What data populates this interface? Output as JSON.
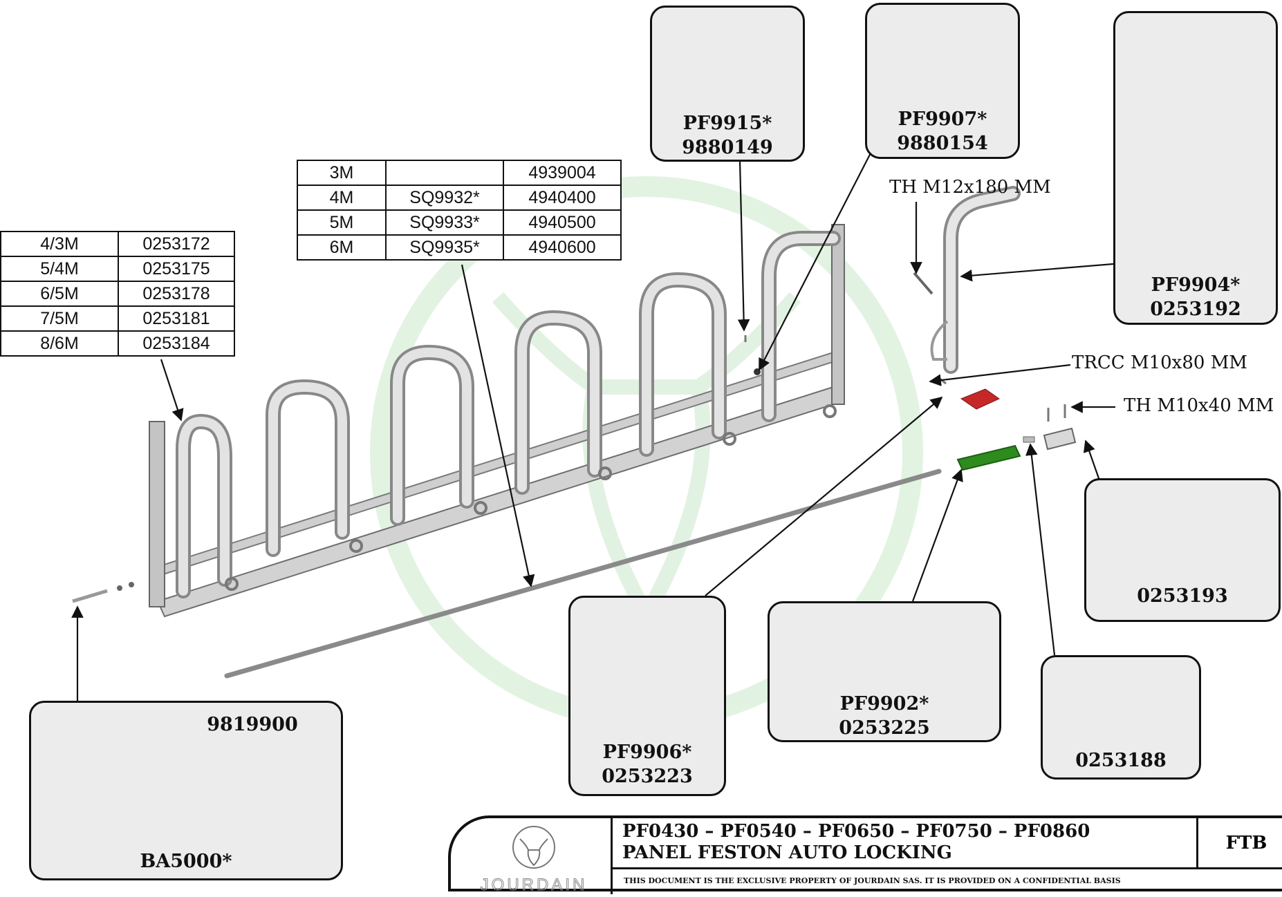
{
  "tables": {
    "left": [
      [
        "4/3M",
        "0253172"
      ],
      [
        "5/4M",
        "0253175"
      ],
      [
        "6/5M",
        "0253178"
      ],
      [
        "7/5M",
        "0253181"
      ],
      [
        "8/6M",
        "0253184"
      ]
    ],
    "middle": [
      [
        "3M",
        "",
        "4939004"
      ],
      [
        "4M",
        "SQ9932*",
        "4940400"
      ],
      [
        "5M",
        "SQ9933*",
        "4940500"
      ],
      [
        "6M",
        "SQ9935*",
        "4940600"
      ]
    ]
  },
  "parts": {
    "pf9915": {
      "line1": "PF9915*",
      "line2": "9880149"
    },
    "pf9907": {
      "line1": "PF9907*",
      "line2": "9880154"
    },
    "pf9904": {
      "line1": "PF9904*",
      "line2": "0253192"
    },
    "c0253193": {
      "line1": "0253193"
    },
    "c0253188": {
      "line1": "0253188"
    },
    "pf9902": {
      "line1": "PF9902*",
      "line2": "0253225"
    },
    "pf9906": {
      "line1": "PF9906*",
      "line2": "0253223"
    },
    "ba5000": {
      "line1": "9819900",
      "line2": "BA5000*"
    }
  },
  "callouts": {
    "th_m12": "TH M12x180 MM",
    "trcc_m10": "TRCC M10x80 MM",
    "th_m10": "TH M10x40 MM"
  },
  "title_block": {
    "models": "PF0430 – PF0540 – PF0650 – PF0750 – PF0860",
    "name": "PANEL FESTON AUTO LOCKING",
    "code": "FTB",
    "notice": "THIS DOCUMENT IS THE EXCLUSIVE PROPERTY OF JOURDAIN SAS. IT IS PROVIDED ON A CONFIDENTIAL BASIS",
    "logo_text": "JOURDAIN"
  },
  "colors": {
    "green_part": "#2e8b1e",
    "red_part": "#c62828",
    "watermark": "#c9e8c9",
    "steel": "#b9b9b9"
  }
}
